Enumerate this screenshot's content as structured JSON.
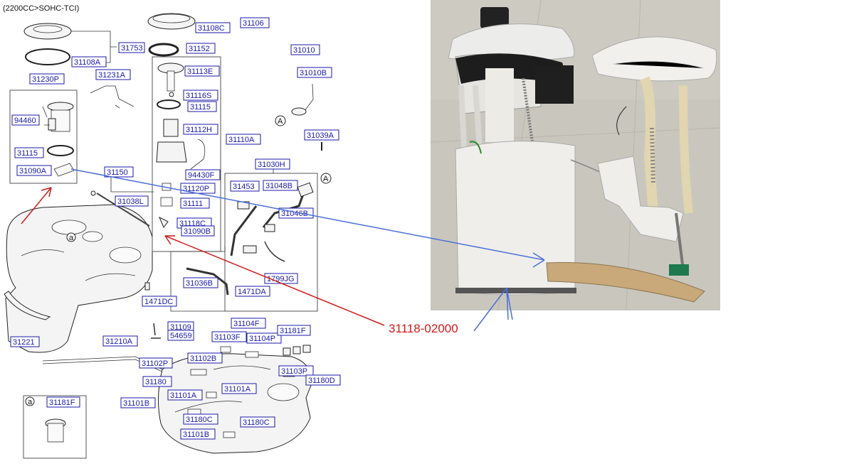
{
  "header": "(2200CC>SOHC-TCI)",
  "callout_part_number": "31118-02000",
  "photo_alt": "fuel pump module photograph",
  "labels": {
    "l31753": "31753",
    "l31108A": "31108A",
    "l31230P": "31230P",
    "l31231A": "31231A",
    "l94460": "94460",
    "l31115a": "31115",
    "l31090A": "31090A",
    "l31150": "31150",
    "l31038L": "31038L",
    "l31106": "31106",
    "l31108C": "31108C",
    "l31152": "31152",
    "l31113E": "31113E",
    "l31116S": "31116S",
    "l31115b": "31115",
    "l31112H": "31112H",
    "l31110A": "31110A",
    "l94430F": "94430F",
    "l31120P": "31120P",
    "l31111": "31111",
    "l31118C": "31118C",
    "l31090B": "31090B",
    "l31010": "31010",
    "l31010B": "31010B",
    "l31039A": "31039A",
    "l31030H": "31030H",
    "l31453": "31453",
    "l31048B": "31048B",
    "l31046B": "31046B",
    "l1799JG": "1799JG",
    "l31036B": "31036B",
    "l1471DA": "1471DA",
    "l1471DC": "1471DC",
    "l31221": "31221",
    "l31210A": "31210A",
    "l31109": "31109",
    "l54659": "54659",
    "l31104F": "31104F",
    "l31103F": "31103F",
    "l31104P": "31104P",
    "l31181Fa": "31181F",
    "l31102B": "31102B",
    "l31102P": "31102P",
    "l31180": "31180",
    "l31103P": "31103P",
    "l31180D": "31180D",
    "l31101A": "31101A",
    "l31101Ab": "31101A",
    "l31101B": "31101B",
    "l31180C": "31180C",
    "l31180Cb": "31180C",
    "l31101Bb": "31101B",
    "l31181Fb": "31181F",
    "circle_a": "a",
    "circle_A": "A"
  },
  "colors": {
    "label_text": "#1a1aa8",
    "red_arrow": "#d21a1a",
    "blue_arrow": "#4a6fd8",
    "photo_floor": "#c9c7bd"
  }
}
